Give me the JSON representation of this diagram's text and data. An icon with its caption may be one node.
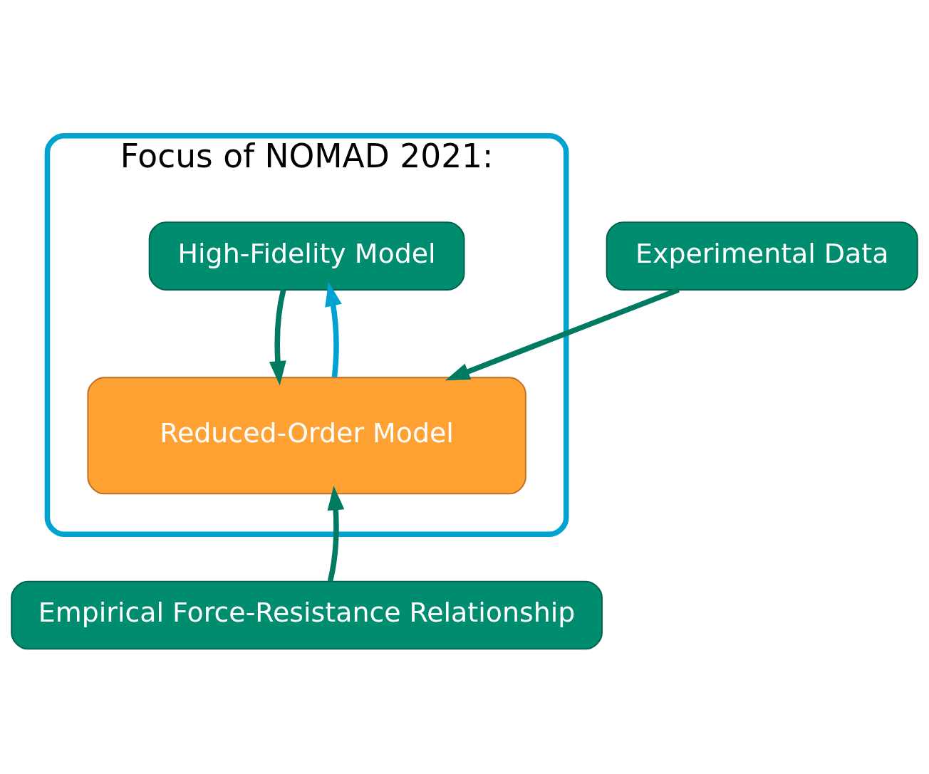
{
  "diagram": {
    "nodes": [
      {
        "text": [
          "Focus of NOMAD 2021:"
        ]
      },
      {
        "text": [
          "High-Fidelity Model"
        ],
        "in": 0
      },
      {
        "text": [
          "Experimental Data"
        ]
      },
      {
        "text": [
          "Reduced-Order Model"
        ],
        "in": 0
      },
      {
        "text": [
          "Empirical Force-Resistance Relationship"
        ]
      }
    ],
    "edges": [
      {
        "from": 1,
        "to": 3,
        "arrow": "to"
      },
      {
        "from": 3,
        "to": 1,
        "arrow": "to",
        "color": "#00a3d0"
      },
      {
        "from": 2,
        "to": 3,
        "arrow": "to"
      },
      {
        "from": 4,
        "to": 3,
        "arrow": "to"
      }
    ]
  }
}
